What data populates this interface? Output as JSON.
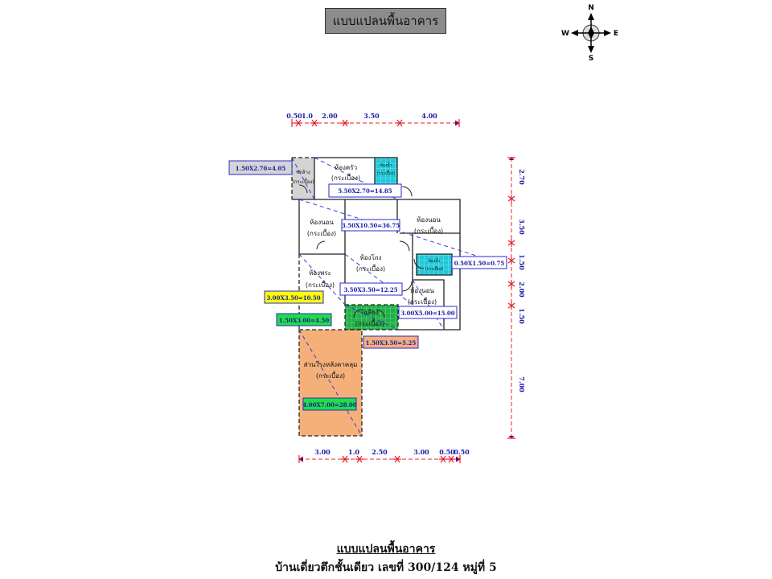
{
  "title": "แบบแปลนพื้นอาคาร",
  "compass": {
    "n": "N",
    "e": "E",
    "s": "S",
    "w": "W"
  },
  "dimensions": {
    "top": [
      "0.50",
      "1.0",
      "2.00",
      "3.50",
      "4.00"
    ],
    "bottom": [
      "3.00",
      "1.0",
      "2.50",
      "3.00",
      "0.50",
      "0.50"
    ],
    "right": [
      "2.70",
      "3.50",
      "1.50",
      "2.00",
      "1.50",
      "7.00"
    ]
  },
  "rooms": {
    "wash": {
      "name": "ซักล้าง",
      "floor": "(กระเบื้อง)"
    },
    "kitchen": {
      "name": "ห้องครัว",
      "floor": "(กระเบื้อง)"
    },
    "bath1": {
      "name": "ห้องน้ำ",
      "floor": "(กระเบื้อง)"
    },
    "bed1": {
      "name": "ห้องนอน",
      "floor": "(กระเบื้อง)"
    },
    "bed2": {
      "name": "ห้องนอน",
      "floor": "(กระเบื้อง)"
    },
    "living": {
      "name": "ห้องโถง",
      "floor": "(กระเบื้อง)"
    },
    "bath2": {
      "name": "ห้องน้ำ",
      "floor": "(กระเบื้อง)"
    },
    "workroom": {
      "name": "ห้องพระ",
      "floor": "(กระเบื้อง)"
    },
    "bed3": {
      "name": "ห้องนอน",
      "floor": "(กระเบื้อง)"
    },
    "porch": {
      "name": "เฉลียง",
      "floor": "(กระเบื้อง)"
    },
    "carport": {
      "name": "ส่วนโรงหลังคาคลุม",
      "floor": "(กระเบื้อง)"
    }
  },
  "area_labels": {
    "wash": "1.50X2.70=4.05",
    "kitchen": "5.50X2.70=14.85",
    "central": "3.50X10.50=36.75",
    "bath2": "0.50X1.50=0.75",
    "living": "3.50X3.50=12.25",
    "workroom": "3.00X3.50=10.50",
    "porch_left": "1.50X3.00=4.50",
    "bed3": "3.00X5.00=15.00",
    "porch": "1.50X3.50=5.25",
    "carport": "4.00X7.00=28.00"
  },
  "colors": {
    "dim_line": "#e8202a",
    "dim_text": "#1a1aa8",
    "label_border": "#2a2ad0",
    "wash_fill": "#d4d4d4",
    "bath_fill": "#22c8d8",
    "porch_fill": "#22b04a",
    "carport_fill": "#f5b07a",
    "yellow_label": "#ffff00",
    "green_label": "#22dd44"
  },
  "footer": {
    "title": "แบบแปลนพื้นอาคาร",
    "subtitle": "บ้านเดี่ยวตึกชั้นเดียว เลขที่ 300/124 หมู่ที่ 5"
  }
}
